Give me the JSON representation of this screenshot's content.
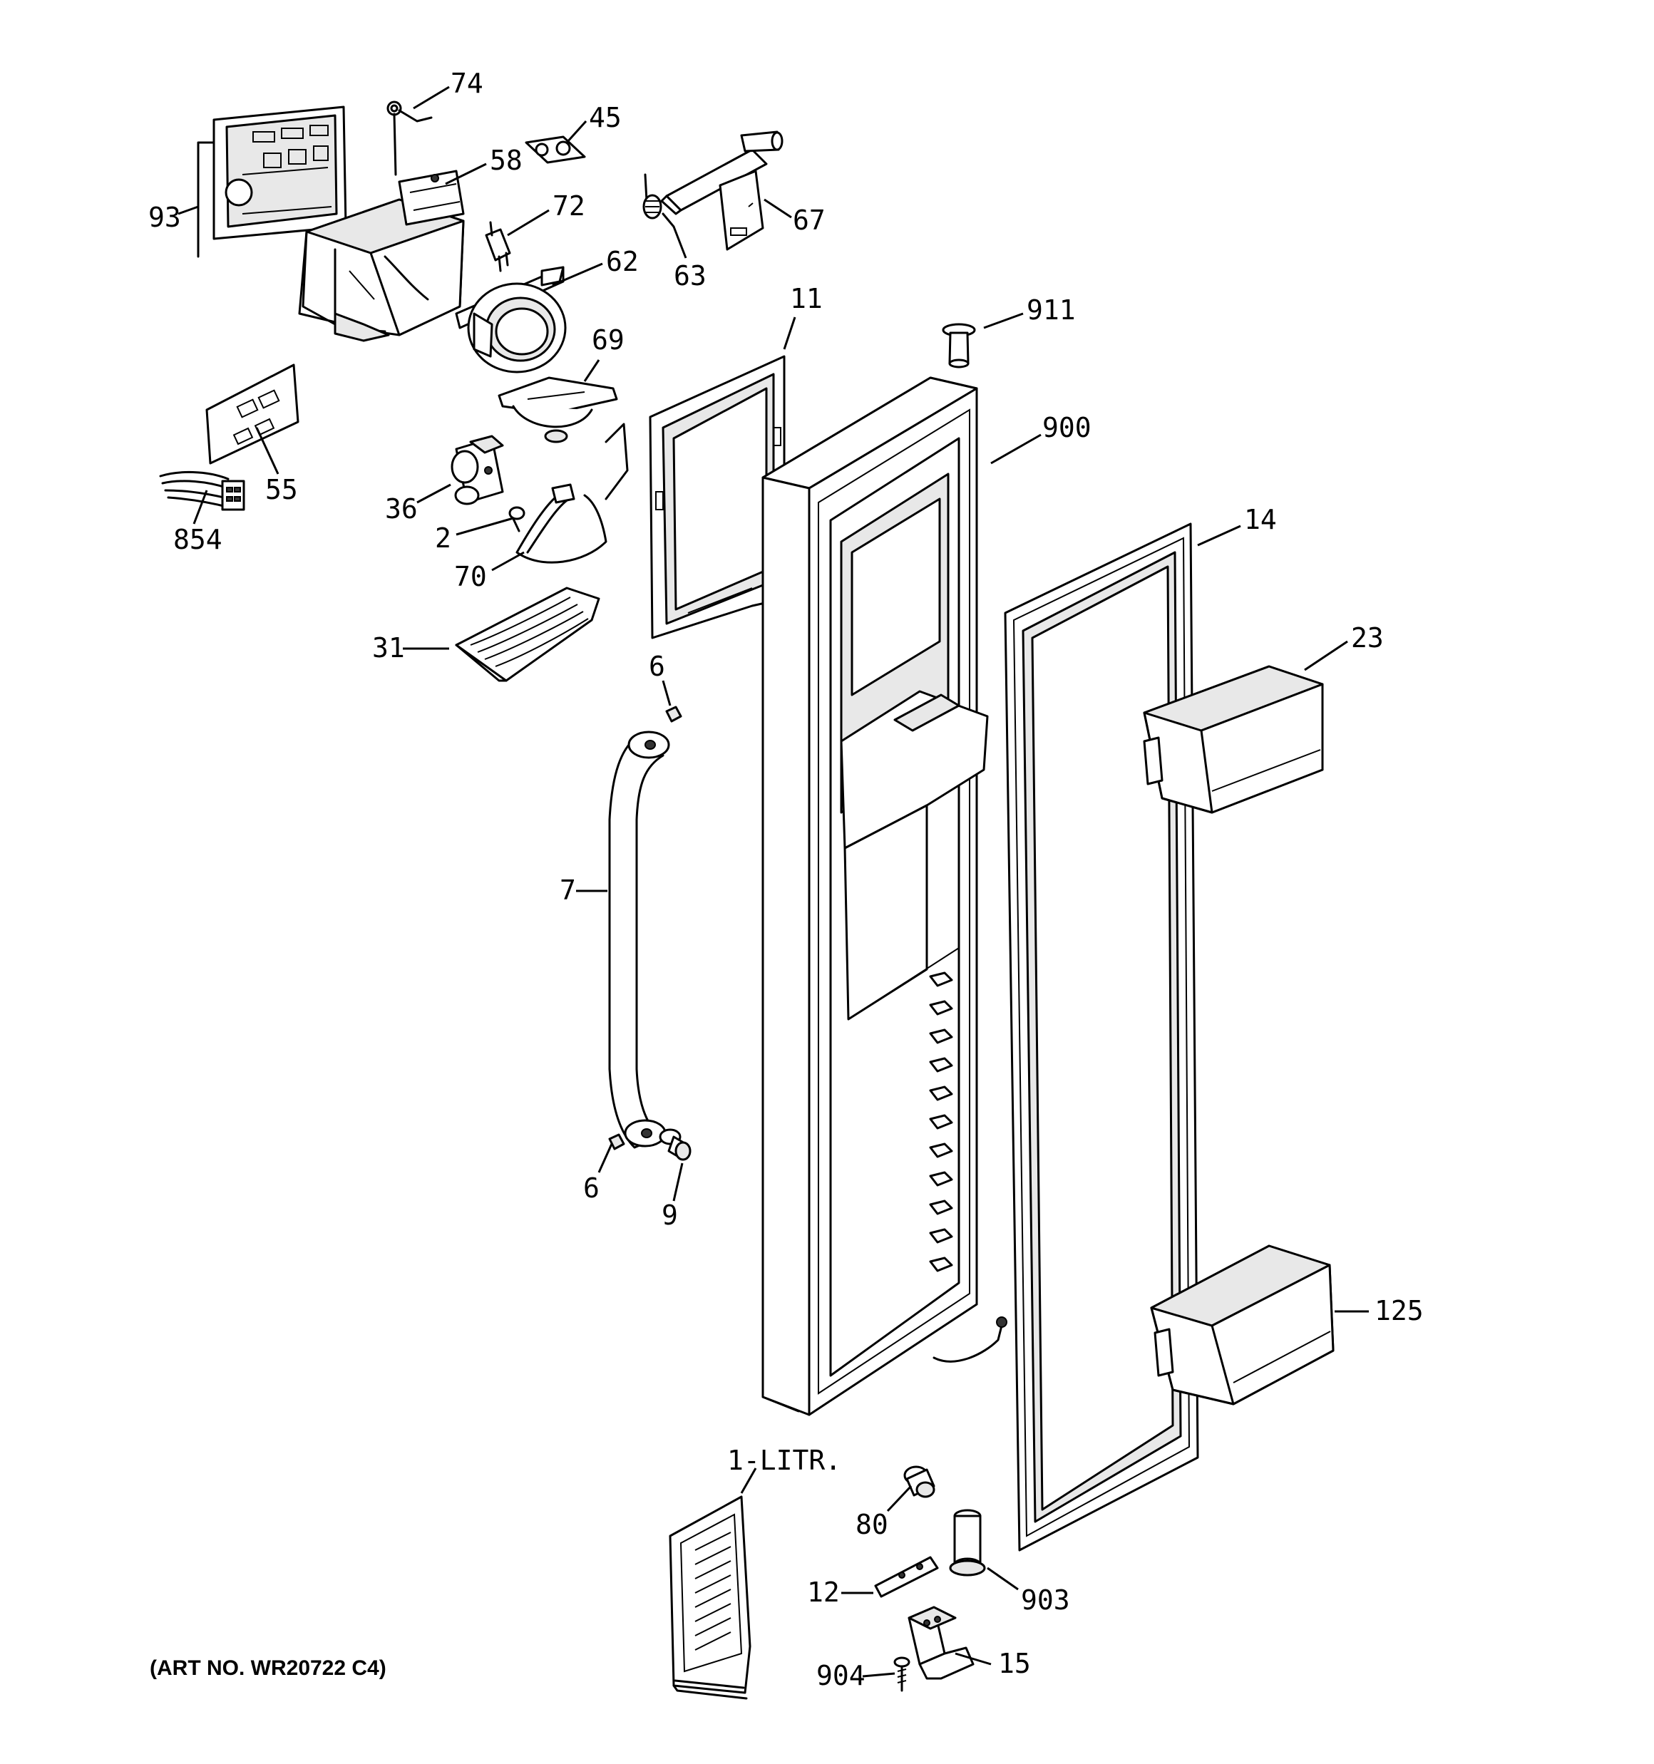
{
  "art_number": "(ART NO. WR20722 C4)",
  "callouts": {
    "c93": "93",
    "c74": "74",
    "c45": "45",
    "c58": "58",
    "c72": "72",
    "c67": "67",
    "c63": "63",
    "c62": "62",
    "c11": "11",
    "c911": "911",
    "c69": "69",
    "c55": "55",
    "c900": "900",
    "c36": "36",
    "c854": "854",
    "c2": "2",
    "c70": "70",
    "c14": "14",
    "c23": "23",
    "c31": "31",
    "c6a": "6",
    "c7": "7",
    "c6b": "6",
    "c9": "9",
    "c125": "125",
    "c1litr": "1-LITR.",
    "c80": "80",
    "c12": "12",
    "c903": "903",
    "c904": "904",
    "c15": "15"
  }
}
